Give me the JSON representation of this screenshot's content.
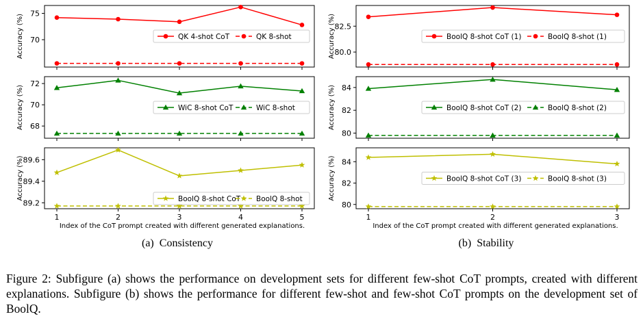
{
  "chart_data": [
    {
      "type": "line",
      "panel": "a-1",
      "ylabel": "Accuracy (%)",
      "x": [
        1,
        2,
        3,
        4,
        5
      ],
      "ylim": [
        64.8,
        76.5
      ],
      "yticks": [
        70,
        75
      ],
      "xticks": [],
      "color": "#ff0000",
      "marker": "circle",
      "legend_position": "center-right",
      "series": [
        {
          "name": "QK 4-shot CoT",
          "style": "solid",
          "values": [
            74.2,
            73.9,
            73.4,
            76.2,
            72.8
          ]
        },
        {
          "name": "QK 8-shot",
          "style": "dashed",
          "values": [
            65.5,
            65.5,
            65.5,
            65.5,
            65.5
          ]
        }
      ]
    },
    {
      "type": "line",
      "panel": "a-2",
      "ylabel": "Accuracy (%)",
      "x": [
        1,
        2,
        3,
        4,
        5
      ],
      "ylim": [
        66.85,
        72.65
      ],
      "yticks": [
        68,
        70,
        72
      ],
      "xticks": [],
      "color": "#008000",
      "marker": "triangle",
      "legend_position": "center-right",
      "series": [
        {
          "name": "WiC 8-shot CoT",
          "style": "solid",
          "values": [
            71.6,
            72.3,
            71.1,
            71.75,
            71.3
          ]
        },
        {
          "name": "WiC 8-shot",
          "style": "dashed",
          "values": [
            67.3,
            67.3,
            67.3,
            67.3,
            67.3
          ]
        }
      ]
    },
    {
      "type": "line",
      "panel": "a-3",
      "ylabel": "Accuracy (%)",
      "xlabel": "Index of the CoT prompt created with different generated explanations.",
      "x": [
        1,
        2,
        3,
        4,
        5
      ],
      "ylim": [
        89.145,
        89.71
      ],
      "yticks": [
        89.2,
        89.4,
        89.6
      ],
      "xticks": [
        "1",
        "2",
        "3",
        "4",
        "5"
      ],
      "color": "#bfbf00",
      "marker": "star",
      "legend_position": "lower-right",
      "series": [
        {
          "name": "BoolQ 8-shot CoT",
          "style": "solid",
          "values": [
            89.48,
            89.69,
            89.45,
            89.5,
            89.55
          ]
        },
        {
          "name": "BoolQ 8-shot",
          "style": "dashed",
          "values": [
            89.17,
            89.17,
            89.17,
            89.17,
            89.17
          ]
        }
      ]
    },
    {
      "type": "line",
      "panel": "b-1",
      "ylabel": "Accuracy (%)",
      "x": [
        1,
        2,
        3
      ],
      "ylim": [
        78.55,
        84.5
      ],
      "yticks": [
        80.0,
        82.5
      ],
      "ytick_format": "1dp",
      "xticks": [],
      "color": "#ff0000",
      "marker": "circle",
      "legend_position": "center-right",
      "series": [
        {
          "name": "BoolQ 8-shot CoT (1)",
          "style": "solid",
          "values": [
            83.4,
            84.3,
            83.6
          ]
        },
        {
          "name": "BoolQ 8-shot (1)",
          "style": "dashed",
          "values": [
            78.8,
            78.8,
            78.8
          ]
        }
      ]
    },
    {
      "type": "line",
      "panel": "b-2",
      "ylabel": "Accuracy (%)",
      "x": [
        1,
        2,
        3
      ],
      "ylim": [
        79.55,
        84.95
      ],
      "yticks": [
        80,
        82,
        84
      ],
      "xticks": [],
      "color": "#008000",
      "marker": "triangle",
      "legend_position": "center-right",
      "series": [
        {
          "name": "BoolQ 8-shot CoT (2)",
          "style": "solid",
          "values": [
            83.9,
            84.7,
            83.8
          ]
        },
        {
          "name": "BoolQ 8-shot (2)",
          "style": "dashed",
          "values": [
            79.8,
            79.8,
            79.8
          ]
        }
      ]
    },
    {
      "type": "line",
      "panel": "b-3",
      "ylabel": "Accuracy (%)",
      "xlabel": "Index of the CoT prompt created with different generated explanations.",
      "x": [
        1,
        2,
        3
      ],
      "ylim": [
        79.6,
        85.3
      ],
      "yticks": [
        80,
        82,
        84
      ],
      "xticks": [
        "1",
        "2",
        "3"
      ],
      "color": "#bfbf00",
      "marker": "star",
      "legend_position": "center-right",
      "series": [
        {
          "name": "BoolQ 8-shot CoT (3)",
          "style": "solid",
          "values": [
            84.4,
            84.7,
            83.8
          ]
        },
        {
          "name": "BoolQ 8-shot (3)",
          "style": "dashed",
          "values": [
            79.8,
            79.8,
            79.8
          ]
        }
      ]
    }
  ],
  "subcaptions": {
    "a": {
      "label": "(a)",
      "text": "Consistency"
    },
    "b": {
      "label": "(b)",
      "text": "Stability"
    }
  },
  "caption": "Figure 2: Subfigure (a) shows the performance on development sets for different few-shot CoT prompts, created with different explanations. Subfigure (b) shows the performance for different few-shot and few-shot CoT prompts on the development set of BoolQ."
}
